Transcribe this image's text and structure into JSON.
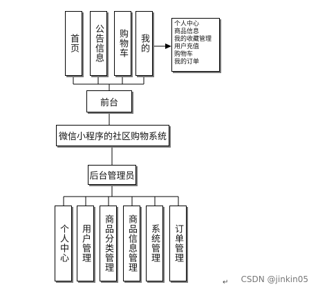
{
  "frontend": {
    "modules": [
      "首页",
      "公告信息",
      "购物车",
      "我的"
    ],
    "my_items": [
      "个人中心",
      "商品信息",
      "我的收藏管理",
      "用户充值",
      "购物车",
      "我的订单"
    ],
    "label": "前台"
  },
  "system": {
    "title": "微信小程序的社区购物系统"
  },
  "backend": {
    "label": "后台管理员",
    "modules": [
      "个人中心",
      "用户管理",
      "商品分类管理",
      "商品信息管理",
      "系统管理",
      "订单管理"
    ]
  },
  "watermark": "CSDN @jinkin05",
  "return_mark": "↵"
}
